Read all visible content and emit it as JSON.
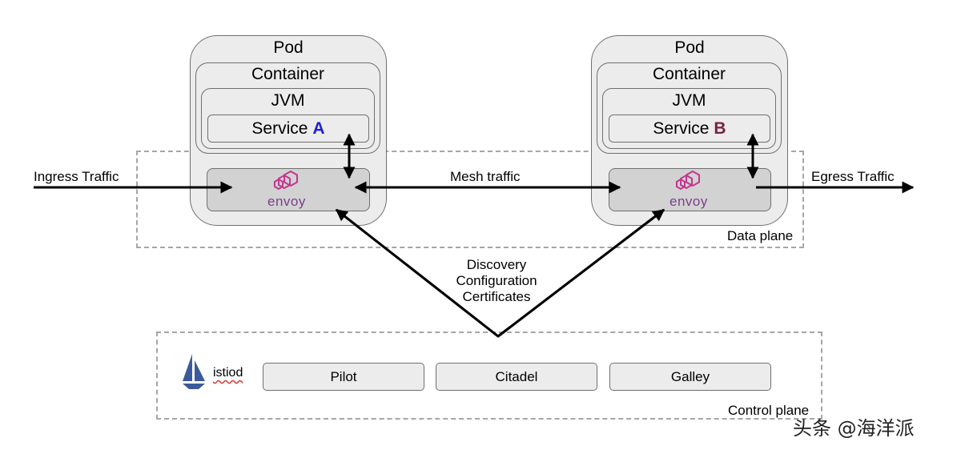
{
  "pod_a": {
    "pod_label": "Pod",
    "container_label": "Container",
    "jvm_label": "JVM",
    "service_label": "Service",
    "service_letter": "A",
    "service_letter_color": "#1f1fd6",
    "envoy_label": "envoy"
  },
  "pod_b": {
    "pod_label": "Pod",
    "container_label": "Container",
    "jvm_label": "JVM",
    "service_label": "Service",
    "service_letter": "B",
    "service_letter_color": "#7a1f3d",
    "envoy_label": "envoy"
  },
  "traffic": {
    "ingress": "Ingress Traffic",
    "mesh": "Mesh traffic",
    "egress": "Egress Traffic"
  },
  "data_plane_label": "Data plane",
  "control_plane_label": "Control plane",
  "control_messages": [
    "Discovery",
    "Configuration",
    "Certificates"
  ],
  "istiod": {
    "label": "istiod",
    "components": [
      "Pilot",
      "Citadel",
      "Galley"
    ]
  },
  "watermark": "头条 @海洋派",
  "colors": {
    "envoy_brand": "#7b3f8c",
    "envoy_icon": "#c2378f",
    "istio_logo": "#3c5a99"
  }
}
